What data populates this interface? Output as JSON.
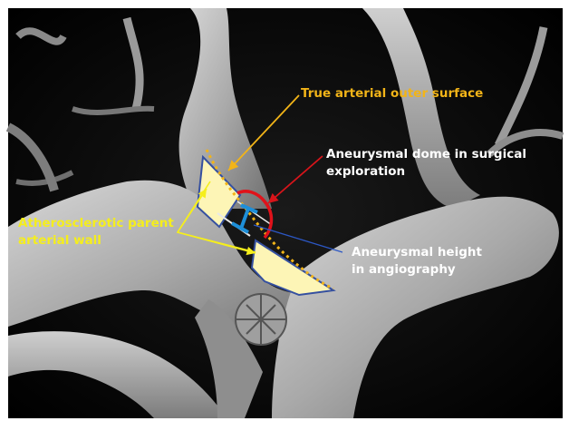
{
  "labels": {
    "true_outer_surface": "True arterial outer surface",
    "dome_line1": "Aneurysmal dome in surgical",
    "dome_line2": "exploration",
    "wall_line1": "Atherosclerotic parent",
    "wall_line2": "arterial wall",
    "height_line1": "Aneurysmal height",
    "height_line2": "in angiography"
  },
  "colors": {
    "orange_label": "#f2b418",
    "yellow_label": "#f5ee1c",
    "white_label": "#ffffff",
    "dome_arrow": "#d8141a",
    "surface_arrow": "#f2b418",
    "wall_fill": "#fdf5b6",
    "wall_outline": "#3550a0",
    "height_marker": "#1e8fd8",
    "height_pointer": "#2c57c4",
    "dome_outline": "#e0121a"
  }
}
